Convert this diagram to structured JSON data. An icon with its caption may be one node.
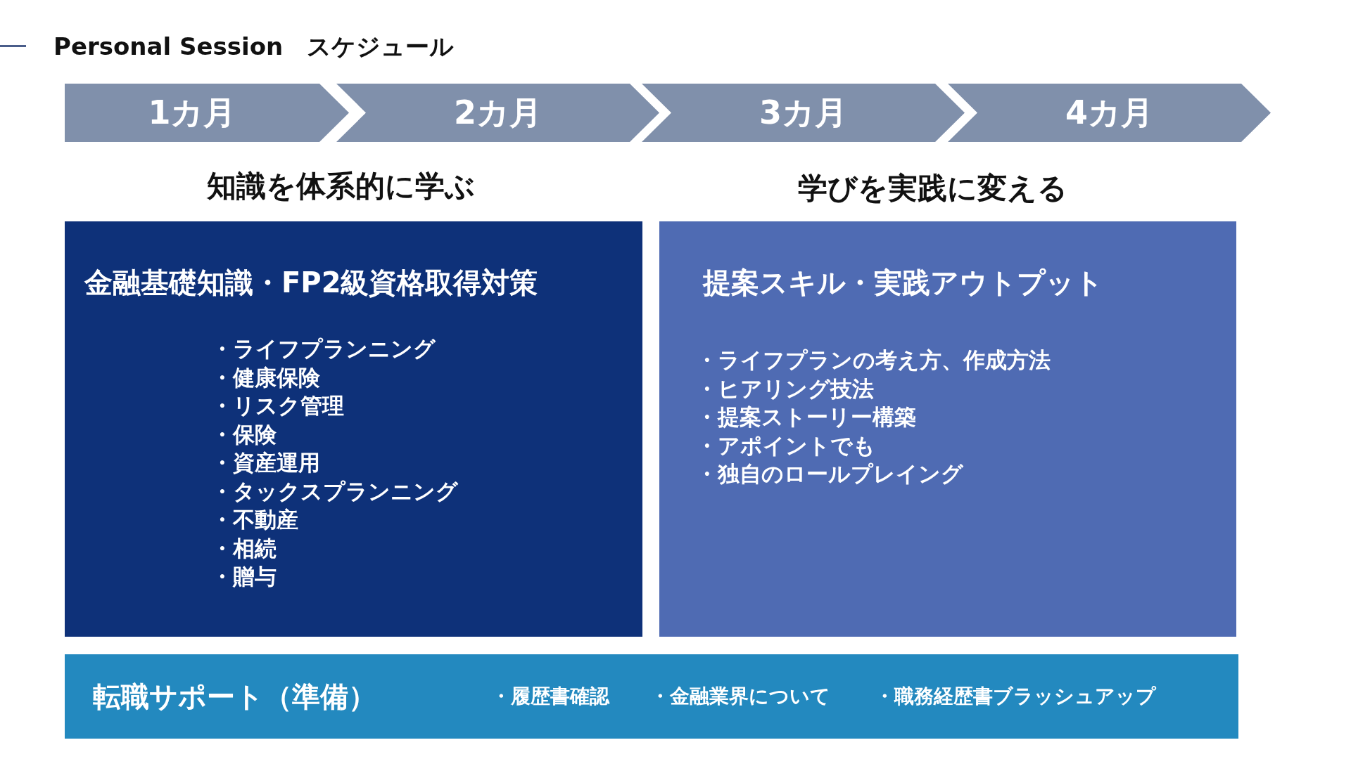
{
  "diagram": {
    "title": "Personal Session　スケジュール",
    "nodes": [
      {
        "text": [
          "1カ月"
        ]
      },
      {
        "text": [
          "2カ月"
        ]
      },
      {
        "text": [
          "3カ月"
        ]
      },
      {
        "text": [
          "4カ月"
        ]
      },
      {
        "text": [
          "金融基礎知識・FP2級資格取得対策",
          "・ライフプランニング",
          "・健康保険",
          "・リスク管理",
          "・保険",
          "・資産運用",
          "・タックスプランニング",
          "・不動産",
          "・相続",
          "・贈与"
        ]
      },
      {
        "text": [
          "提案スキル・実践アウトプット",
          "・ライフプランの考え方、作成方法",
          "・ヒアリング技法",
          "・提案ストーリー構築",
          "・アポイントでも",
          "・独自のロールプレイング"
        ]
      },
      {
        "text": [
          "転職サポート（準備）",
          "・履歴書確認",
          "・金融業界について",
          "・職務経歴書ブラッシュアップ"
        ]
      }
    ],
    "edges": [],
    "labels": [
      "知識を体系的に学ぶ",
      "学びを実践に変える"
    ]
  }
}
